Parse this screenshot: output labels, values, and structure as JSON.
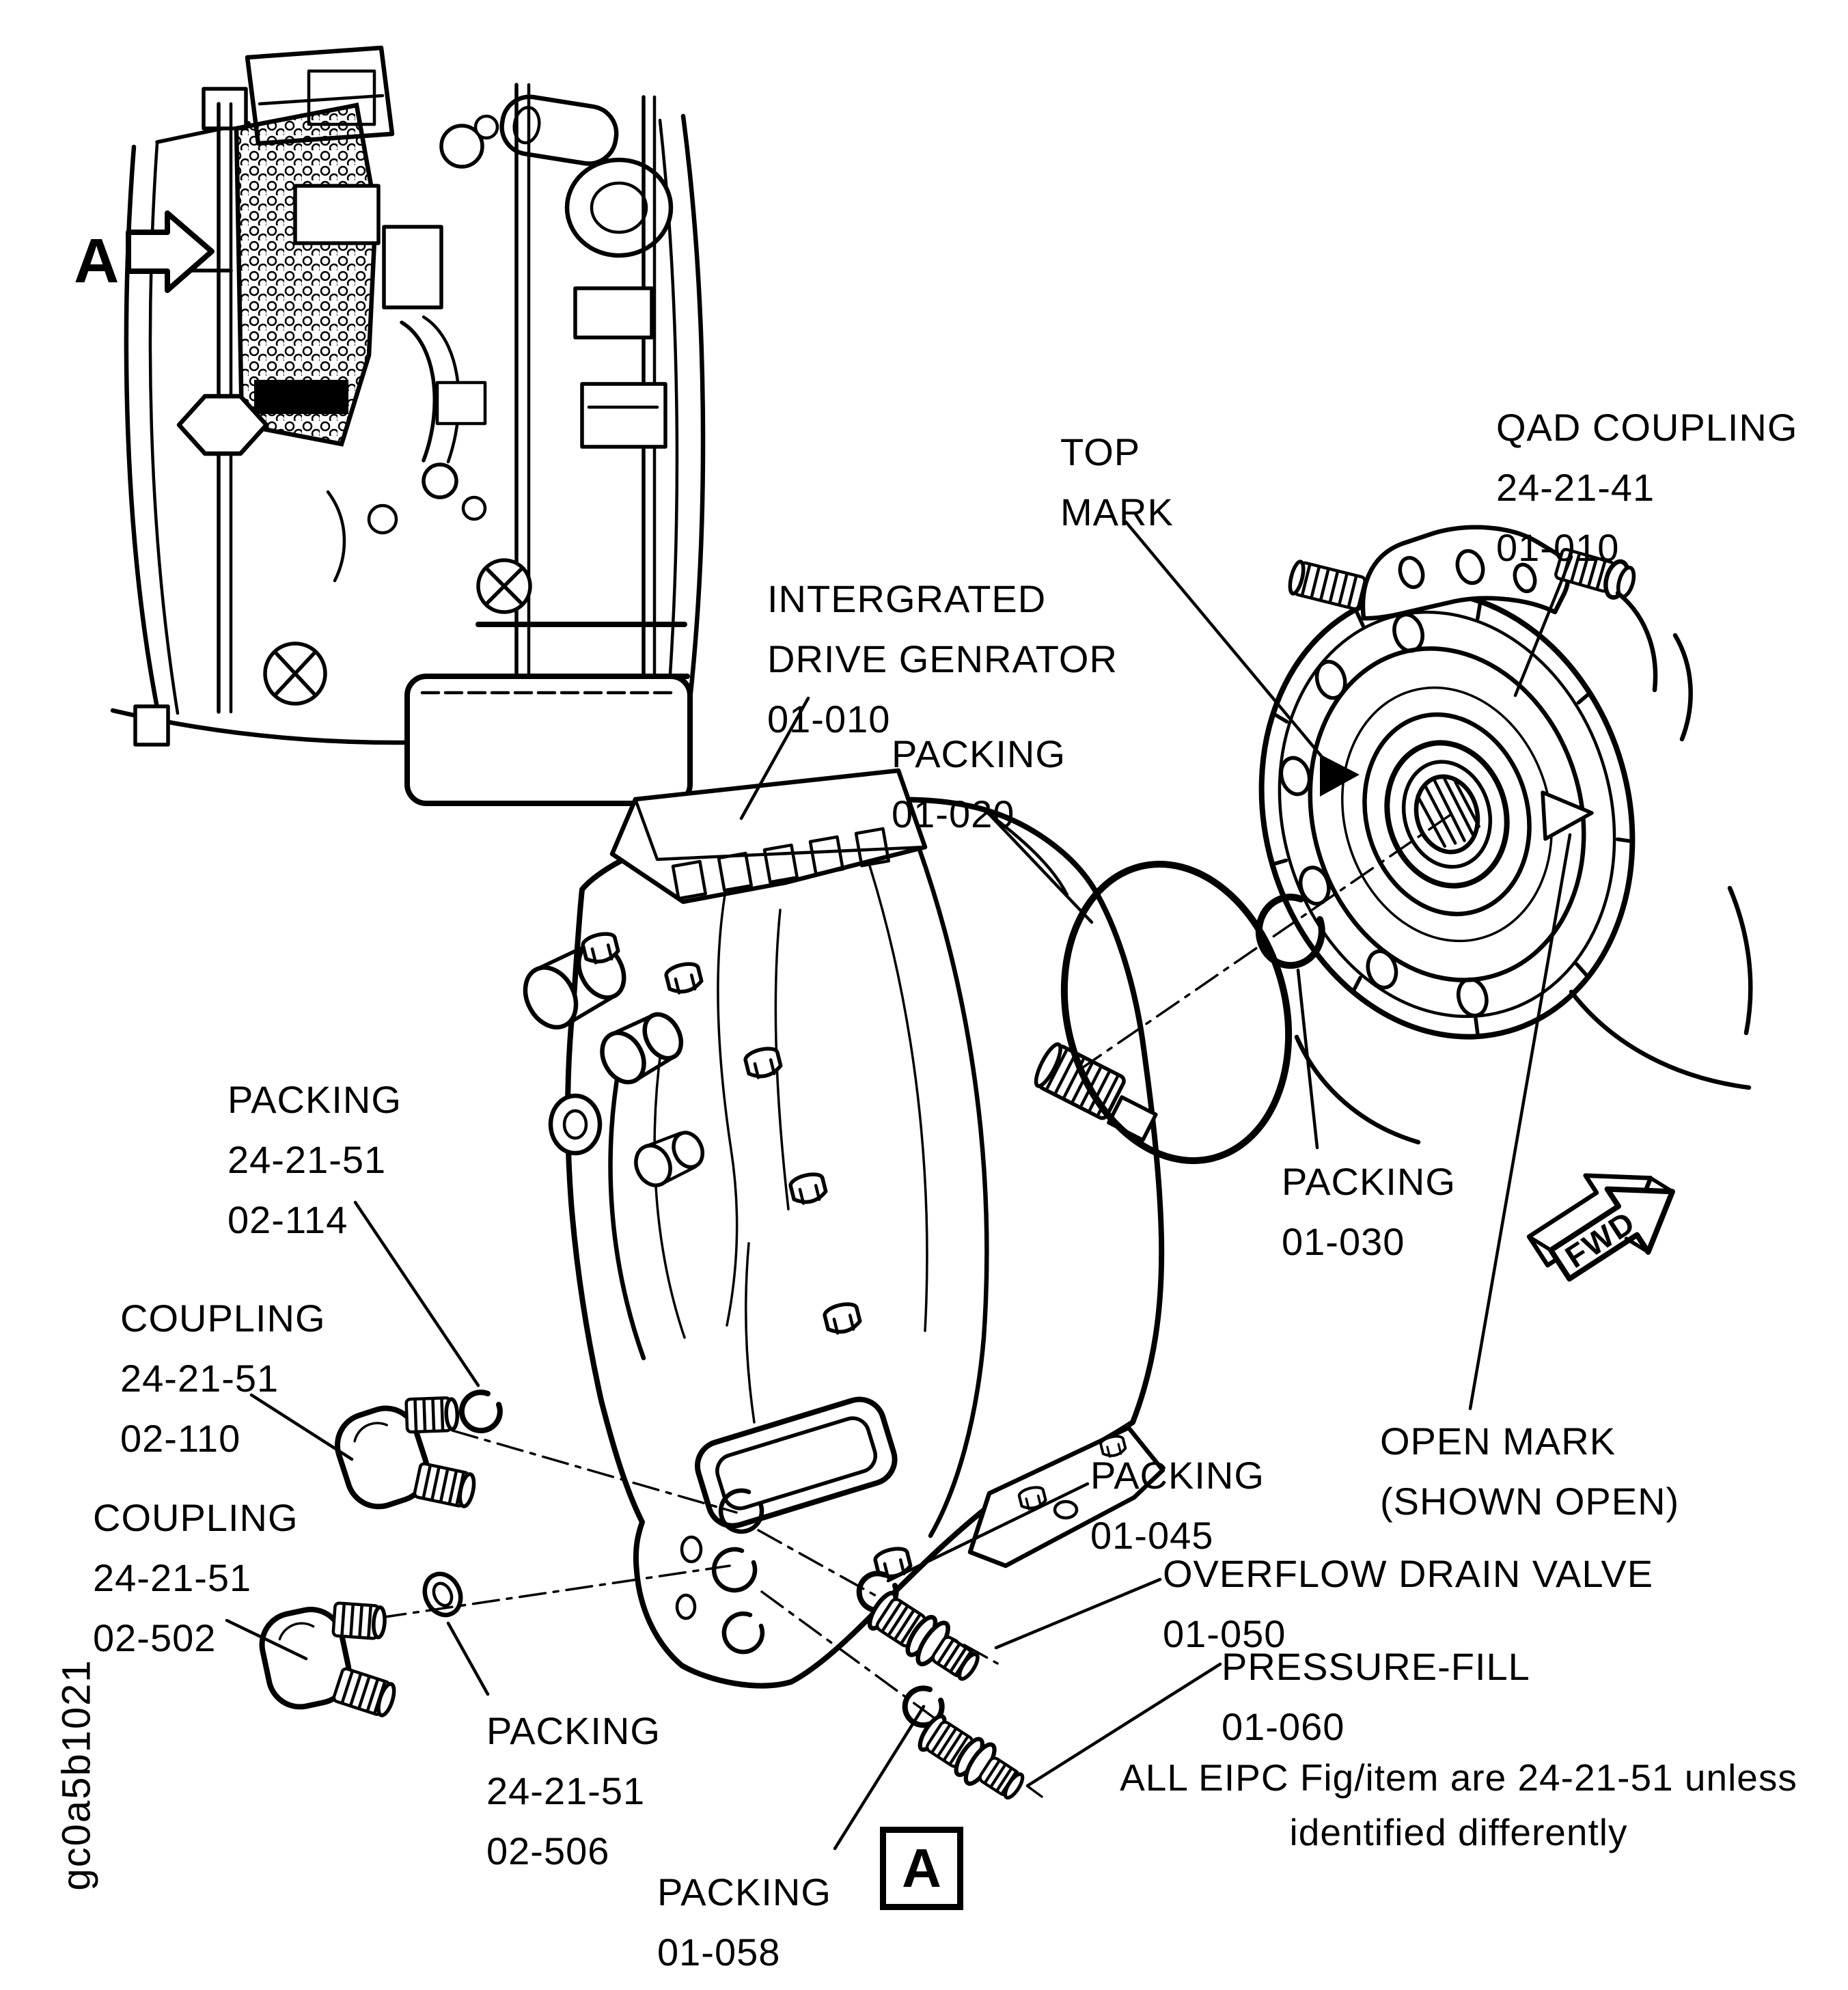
{
  "figure": {
    "code": "gc0a5b1021",
    "detail_marker": "A",
    "view_arrow_label": "A",
    "fwd_arrow_label": "FWD",
    "note": {
      "line1": "ALL EIPC Fig/item are 24-21-51 unless",
      "line2": "identified differently"
    }
  },
  "callouts": {
    "top_mark": {
      "line1": "TOP",
      "line2": "MARK"
    },
    "qad_coupling": {
      "line1": "QAD COUPLING",
      "line2": "24-21-41",
      "line3": "01-010"
    },
    "integrated_drive_generator": {
      "line1": "INTERGRATED",
      "line2": "DRIVE GENRATOR",
      "line3": "01-010"
    },
    "packing_01_020": {
      "line1": "PACKING",
      "line2": "01-020"
    },
    "packing_01_030": {
      "line1": "PACKING",
      "line2": "01-030"
    },
    "packing_02_114": {
      "line1": "PACKING",
      "line2": "24-21-51",
      "line3": "02-114"
    },
    "coupling_02_110": {
      "line1": "COUPLING",
      "line2": "24-21-51",
      "line3": "02-110"
    },
    "coupling_02_502": {
      "line1": "COUPLING",
      "line2": "24-21-51",
      "line3": "02-502"
    },
    "packing_02_506": {
      "line1": "PACKING",
      "line2": "24-21-51",
      "line3": "02-506"
    },
    "packing_01_058": {
      "line1": "PACKING",
      "line2": "01-058"
    },
    "packing_01_045": {
      "line1": "PACKING",
      "line2": "01-045"
    },
    "overflow_drain_valve": {
      "line1": "OVERFLOW DRAIN VALVE",
      "line2": "01-050"
    },
    "pressure_fill": {
      "line1": "PRESSURE-FILL",
      "line2": "01-060"
    },
    "open_mark": {
      "line1": "OPEN MARK",
      "line2": "(SHOWN OPEN)"
    }
  },
  "colors": {
    "ink": "#000000",
    "paper": "#ffffff"
  }
}
